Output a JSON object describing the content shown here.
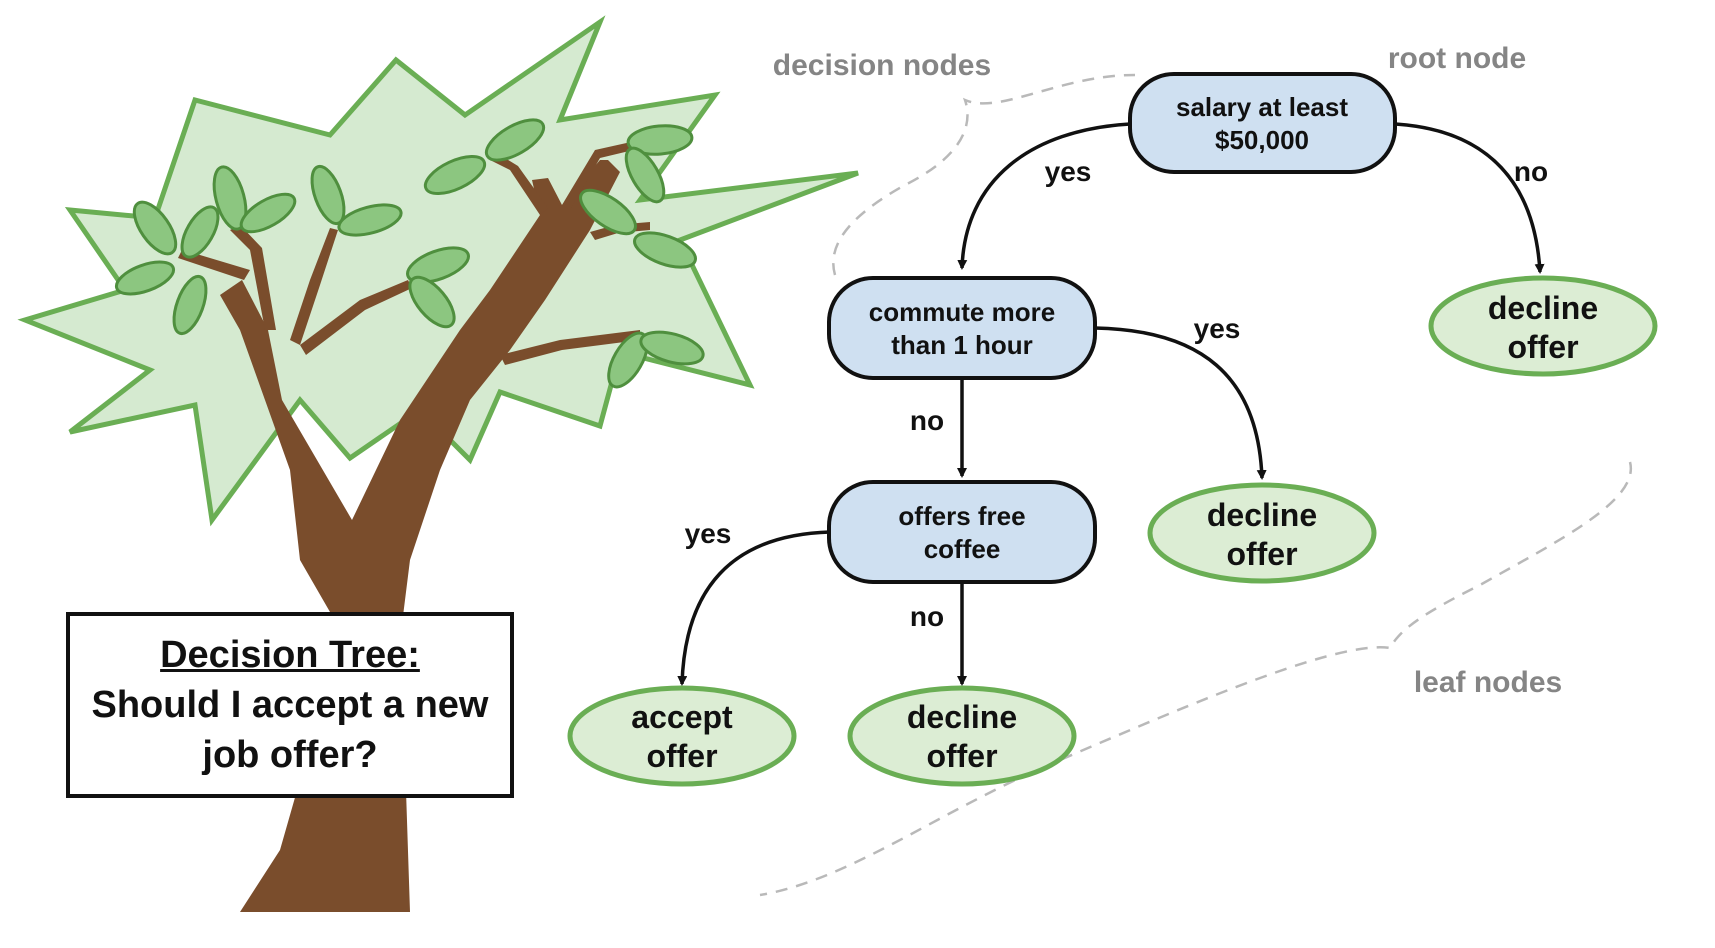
{
  "title": {
    "heading": "Decision Tree:",
    "question_line1": "Should I accept a new",
    "question_line2": "job offer?"
  },
  "annotations": {
    "root": "root node",
    "decision": "decision nodes",
    "leaf": "leaf nodes"
  },
  "decision_nodes": [
    {
      "id": "salary",
      "line1": "salary at least",
      "line2": "$50,000"
    },
    {
      "id": "commute",
      "line1": "commute more",
      "line2": "than 1 hour"
    },
    {
      "id": "coffee",
      "line1": "offers free",
      "line2": "coffee"
    }
  ],
  "leaf_nodes": [
    {
      "id": "leaf_root_no",
      "line1": "decline",
      "line2": "offer"
    },
    {
      "id": "leaf_commute_yes",
      "line1": "decline",
      "line2": "offer"
    },
    {
      "id": "leaf_coffee_yes",
      "line1": "accept",
      "line2": "offer"
    },
    {
      "id": "leaf_coffee_no",
      "line1": "decline",
      "line2": "offer"
    }
  ],
  "edges": [
    {
      "from": "salary",
      "to": "commute",
      "label": "yes"
    },
    {
      "from": "salary",
      "to": "leaf_root_no",
      "label": "no"
    },
    {
      "from": "commute",
      "to": "leaf_commute_yes",
      "label": "yes"
    },
    {
      "from": "commute",
      "to": "coffee",
      "label": "no"
    },
    {
      "from": "coffee",
      "to": "leaf_coffee_yes",
      "label": "yes"
    },
    {
      "from": "coffee",
      "to": "leaf_coffee_no",
      "label": "no"
    }
  ],
  "colors": {
    "decision_fill": "#cfe0f1",
    "decision_stroke": "#111111",
    "leaf_fill": "#dcedd4",
    "leaf_stroke": "#6aae54",
    "canopy_fill": "#d5ead0",
    "canopy_stroke": "#6aae54",
    "leaf_green": "#8cc680",
    "trunk": "#7a4d2c",
    "annotation": "#858585"
  }
}
